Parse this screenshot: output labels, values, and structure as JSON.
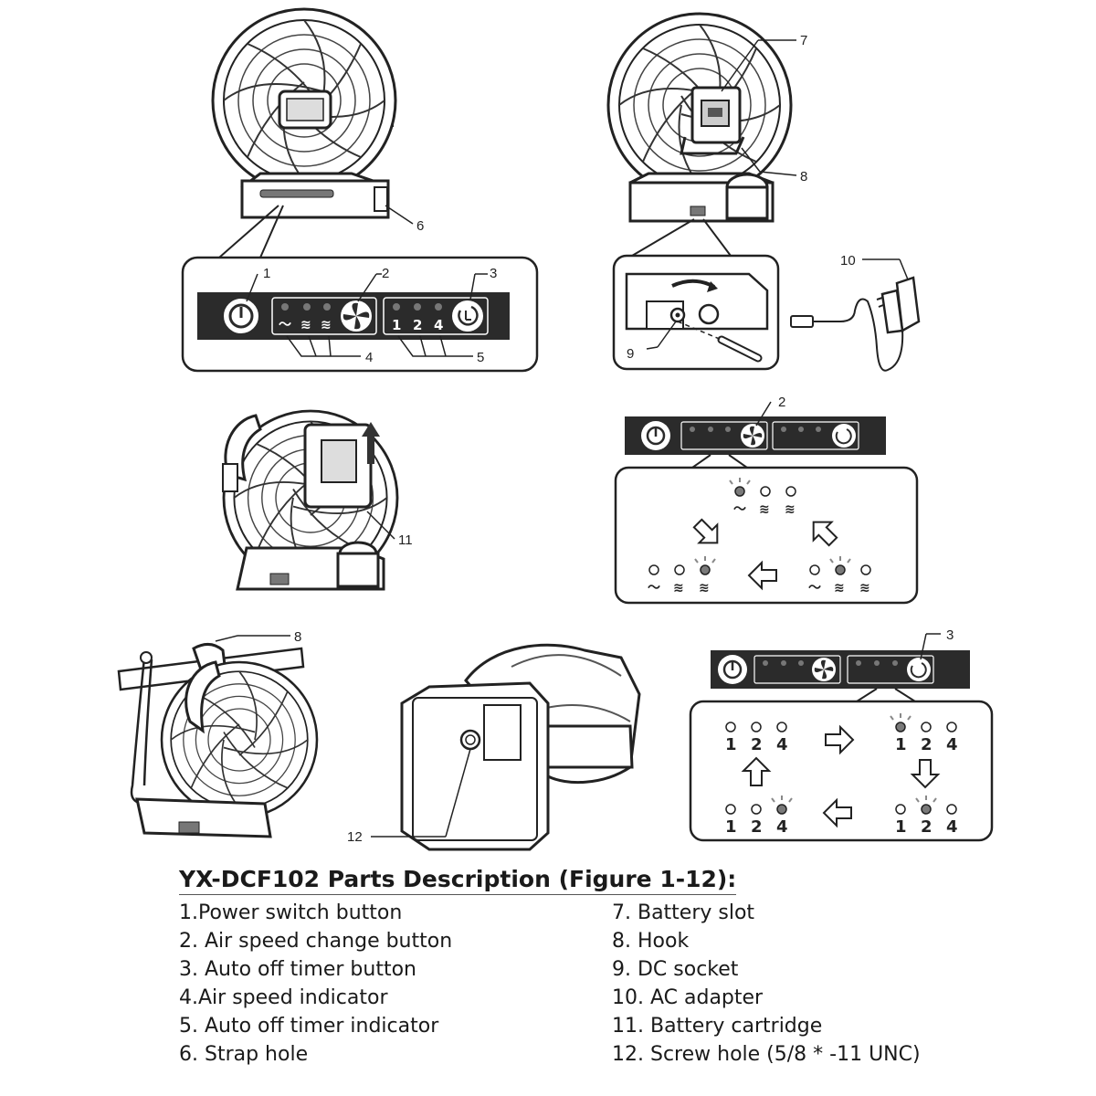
{
  "callouts": {
    "c1": "1",
    "c2": "2",
    "c3": "3",
    "c4": "4",
    "c5": "5",
    "c6": "6",
    "c7": "7",
    "c8a": "8",
    "c9": "9",
    "c10": "10",
    "c2b": "2",
    "c11": "11",
    "c8b": "8",
    "c12": "12",
    "c3b": "3"
  },
  "panel": {
    "speed_low": "〜",
    "speed_mid": "≋",
    "speed_high": "≋",
    "timer_1": "1",
    "timer_2": "2",
    "timer_4": "4"
  },
  "timer_cycle": {
    "t1": "1",
    "t2": "2",
    "t4": "4"
  },
  "description": {
    "title": "YX-DCF102 Parts Description (Figure 1-12):",
    "left": [
      "1.Power switch button",
      "2. Air speed change button",
      "3. Auto off timer button",
      "4.Air speed indicator",
      "5. Auto off timer indicator",
      "6. Strap hole"
    ],
    "right": [
      "7. Battery slot",
      "8. Hook",
      "9. DC socket",
      "10. AC adapter",
      "11. Battery cartridge",
      "12. Screw hole (5/8 * -11 UNC)"
    ]
  },
  "colors": {
    "panel": "#2b2b2b",
    "line": "#222222",
    "led_on": "#7a7a7a"
  },
  "icons": [
    "power-icon",
    "fan-icon",
    "timer-icon",
    "arrow-icon",
    "led-icon"
  ]
}
